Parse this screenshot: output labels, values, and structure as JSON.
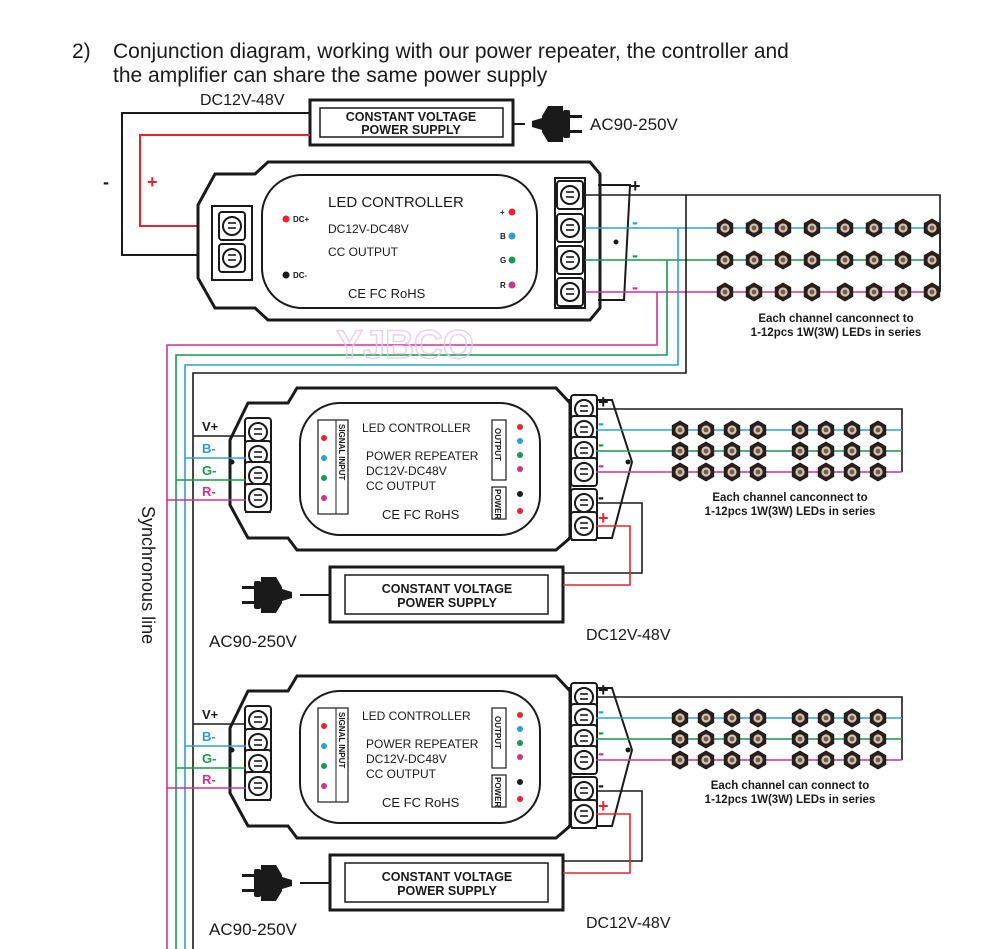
{
  "title": {
    "number": "2)",
    "line1": "Conjunction diagram, working with our power repeater, the controller and",
    "line2": "the amplifier can share the same power supply"
  },
  "power_supply_label": {
    "line1": "CONSTANT VOLTAGE",
    "line2": "POWER SUPPLY"
  },
  "dc_range": "DC12V-48V",
  "ac_range": "AC90-250V",
  "controller": {
    "title": "LED CONTROLLER",
    "voltage": "DC12V-DC48V",
    "output": "CC OUTPUT",
    "dc_plus": "DC+",
    "dc_minus": "DC-",
    "certs": "CE FC RoHS",
    "channels": [
      "+",
      "B",
      "G",
      "R"
    ]
  },
  "repeater": {
    "title": "LED CONTROLLER",
    "subtitle": "POWER REPEATER",
    "voltage": "DC12V-DC48V",
    "output": "CC OUTPUT",
    "signal_input": "SIGNAL INPUT",
    "output_label": "OUTPUT",
    "power_label": "POWER",
    "certs": "CE FC RoHS",
    "inputs": [
      "V+",
      "B-",
      "G-",
      "R-"
    ]
  },
  "wire_signs": {
    "plus": "+",
    "minus": "-"
  },
  "led_note": {
    "top": {
      "line1": "Each channel canconnect to",
      "line2": "1-12pcs 1W(3W) LEDs in series"
    },
    "middle": {
      "line1": "Each channel canconnect to",
      "line2": "1-12pcs 1W(3W) LEDs in series"
    },
    "bottom": {
      "line1": "Each channel can connect to",
      "line2": "1-12pcs 1W(3W) LEDs in series"
    }
  },
  "synchronous_line": "Synchronous line",
  "watermark": "YJBCO",
  "colors": {
    "red": "#e8232e",
    "blue": "#2a9fd8",
    "green": "#159a4a",
    "magenta": "#d6308f",
    "dark": "#1a1a1a"
  }
}
